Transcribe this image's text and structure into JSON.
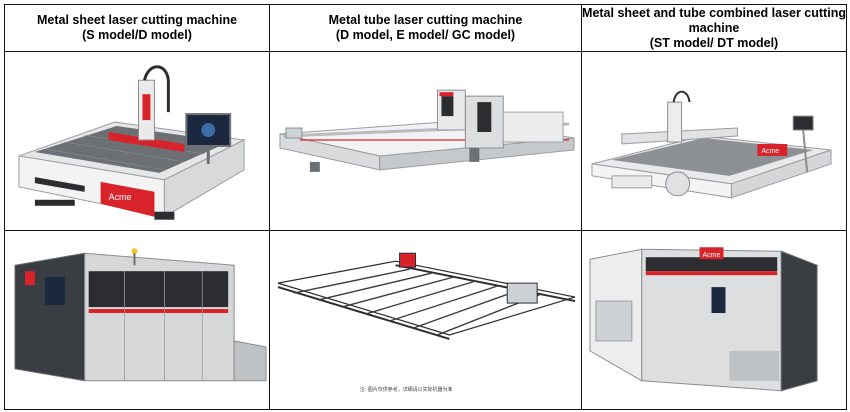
{
  "headers": [
    {
      "line1": "Metal sheet laser cutting machine",
      "line2": "(S model/D model)"
    },
    {
      "line1": "Metal tube laser cutting machine",
      "line2": "(D model, E model/ GC model)"
    },
    {
      "line1": "Metal sheet and tube combined laser cutting machine",
      "line2": "(ST model/ DT model)"
    }
  ],
  "brand_logo": "Acme",
  "caption_tube": "注: 图片仅供参考，详细请以实际机器为准",
  "colors": {
    "brand_red": "#d8232a",
    "frame_grey": "#cfd2d4",
    "dark": "#2b2d31",
    "grid": "#111111"
  }
}
